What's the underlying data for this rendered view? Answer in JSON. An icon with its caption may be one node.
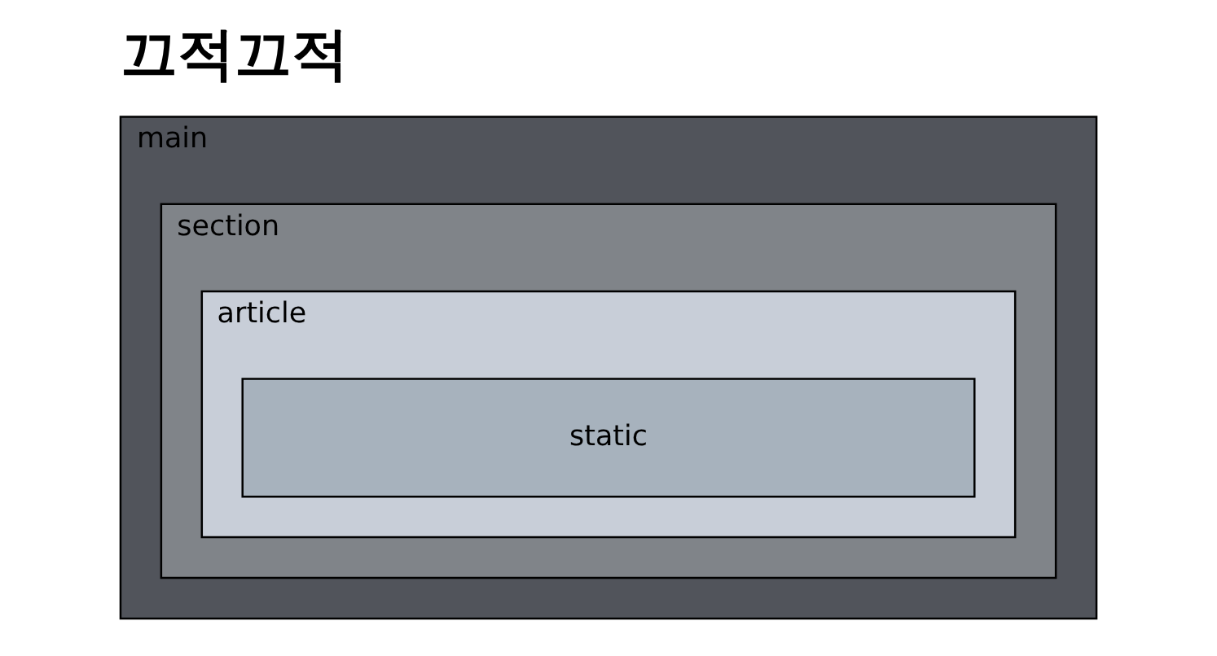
{
  "diagram": {
    "title": "끄적끄적",
    "nodes": [
      {
        "text": [
          "main"
        ]
      },
      {
        "text": [
          "section"
        ],
        "in": 0
      },
      {
        "text": [
          "article"
        ],
        "in": 1
      },
      {
        "text": [
          "static"
        ],
        "in": 2
      }
    ]
  }
}
